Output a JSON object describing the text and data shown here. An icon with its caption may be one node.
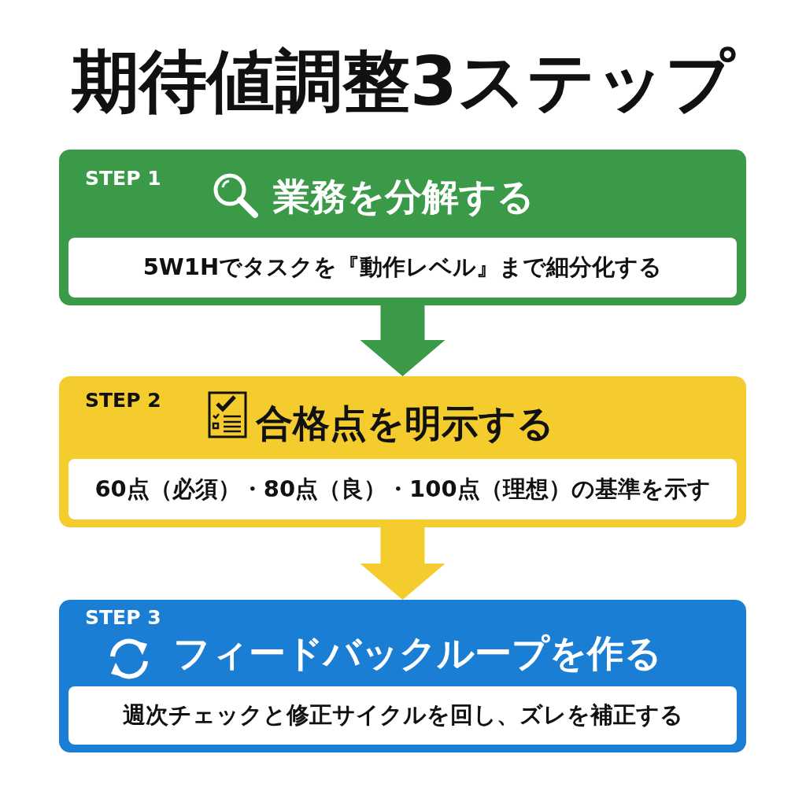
{
  "diagram": {
    "title": "期待値調整3ステップ",
    "nodes": [
      {
        "text": [
          "STEP 1",
          "業務を分解する"
        ]
      },
      {
        "text": [
          "5W1Hでタスクを『動作レベル』まで細分化する"
        ],
        "in": 0
      },
      {
        "text": [
          "STEP 2",
          "合格点を明示する"
        ]
      },
      {
        "text": [
          "60点（必須）・80点（良）・100点（理想）の基準を示す"
        ],
        "in": 2
      },
      {
        "text": [
          "STEP 3",
          "フィードバックループを作る"
        ]
      },
      {
        "text": [
          "週次チェックと修正サイクルを回し、ズレを補正する"
        ],
        "in": 4
      }
    ],
    "edges": [
      {
        "from": 0,
        "to": 2,
        "arrow": "to",
        "color": "#3a9a48"
      },
      {
        "from": 2,
        "to": 4,
        "arrow": "to",
        "color": "#f5cc2e"
      }
    ]
  }
}
